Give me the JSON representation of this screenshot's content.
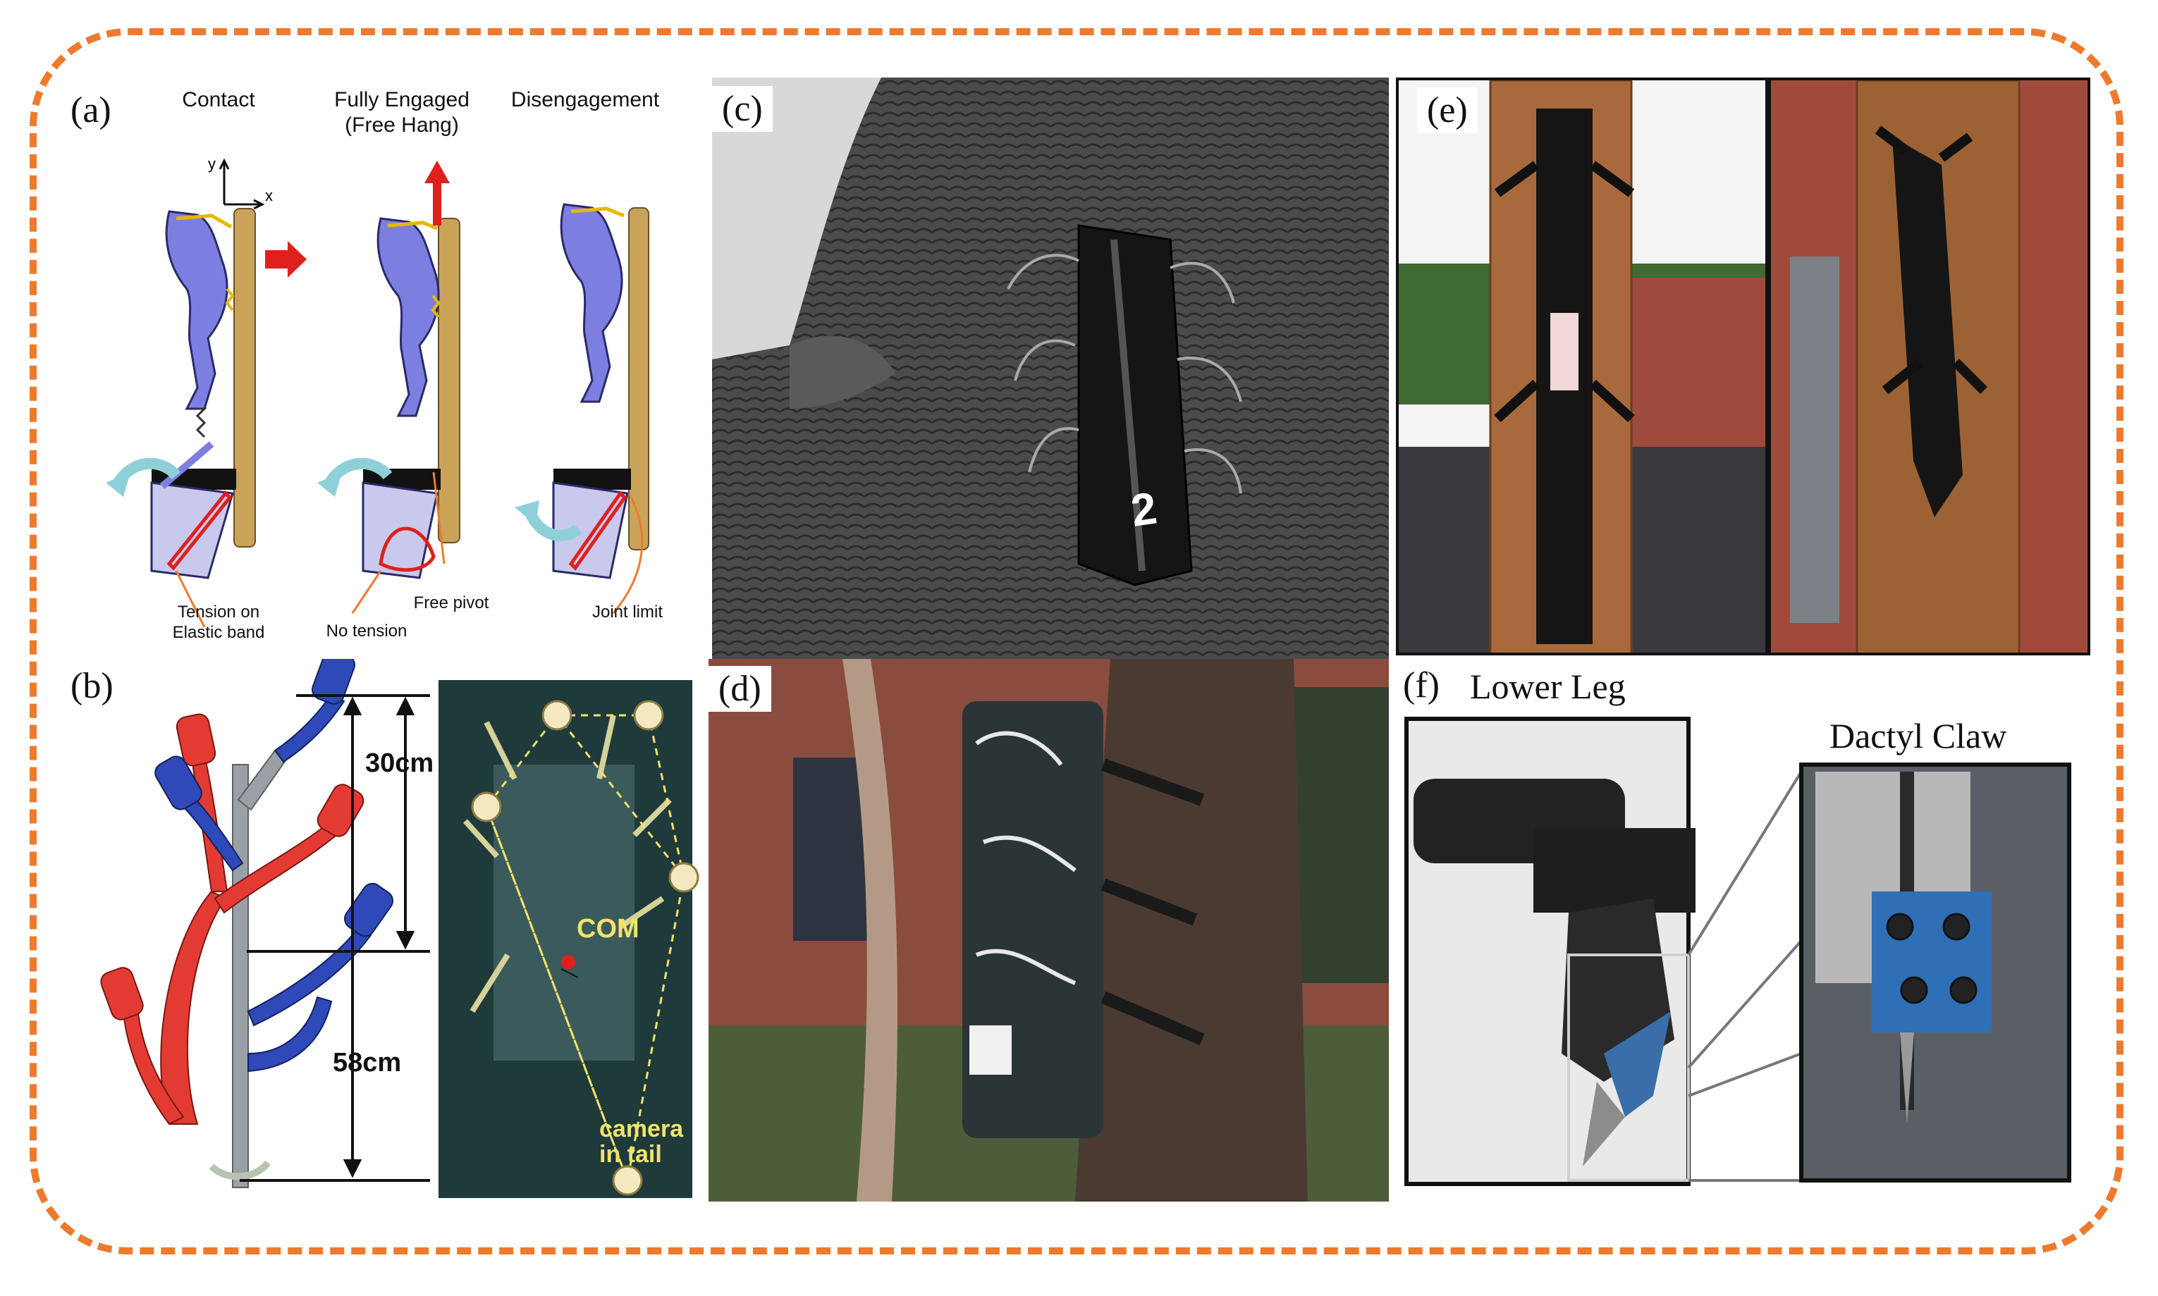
{
  "panels": {
    "a": {
      "tag": "(a)",
      "columns": [
        "Contact",
        "Fully Engaged\n(Free Hang)",
        "Disengagement"
      ],
      "axis_y": "y",
      "axis_x": "x",
      "notes": {
        "tension": "Tension on\nElastic band",
        "free_pivot": "Free pivot",
        "no_tension": "No tension",
        "joint_limit": "Joint limit"
      }
    },
    "b": {
      "tag": "(b)",
      "dim_30": "30cm",
      "dim_58": "58cm",
      "com": "COM",
      "camera": "camera\nin tail"
    },
    "c": {
      "tag": "(c)",
      "robot_number": "2"
    },
    "d": {
      "tag": "(d)"
    },
    "e": {
      "tag": "(e)"
    },
    "f": {
      "tag": "(f)",
      "lower_leg": "Lower Leg",
      "dactyl_claw": "Dactyl Claw"
    }
  },
  "colors": {
    "frame": "#ee7a2e",
    "linkage_blue": "#7d7fe0",
    "wall": "#c9a35a",
    "force_red": "#e0201c",
    "spring_yellow": "#e6b800",
    "leg_red": "#e33b33",
    "leg_blue": "#2f49b8",
    "annot_yellow": "#f3e36a"
  }
}
